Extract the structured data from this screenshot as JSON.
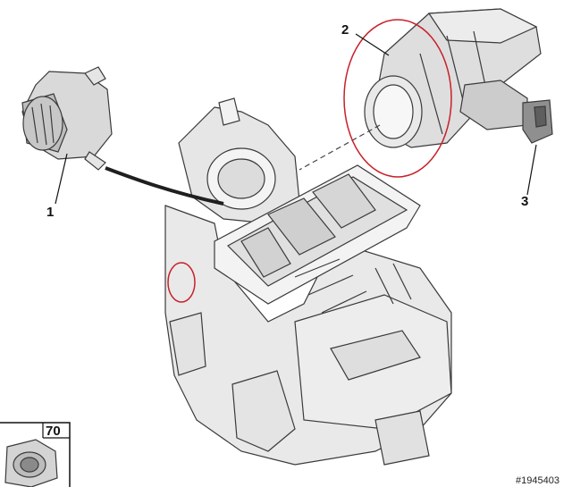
{
  "diagram": {
    "callouts": [
      {
        "label": "1",
        "part": "blower-motor"
      },
      {
        "label": "2",
        "part": "air-intake-duct"
      },
      {
        "label": "3",
        "part": "connector"
      }
    ],
    "inset": {
      "label": "70",
      "part": "flange-nut"
    },
    "reference": "#1945403",
    "colors": {
      "line": "#3a3a3a",
      "part_fill": "#e8e8e8",
      "part_shade": "#c9c9c9",
      "highlight_circle": "#c8202a",
      "background": "#ffffff"
    }
  }
}
